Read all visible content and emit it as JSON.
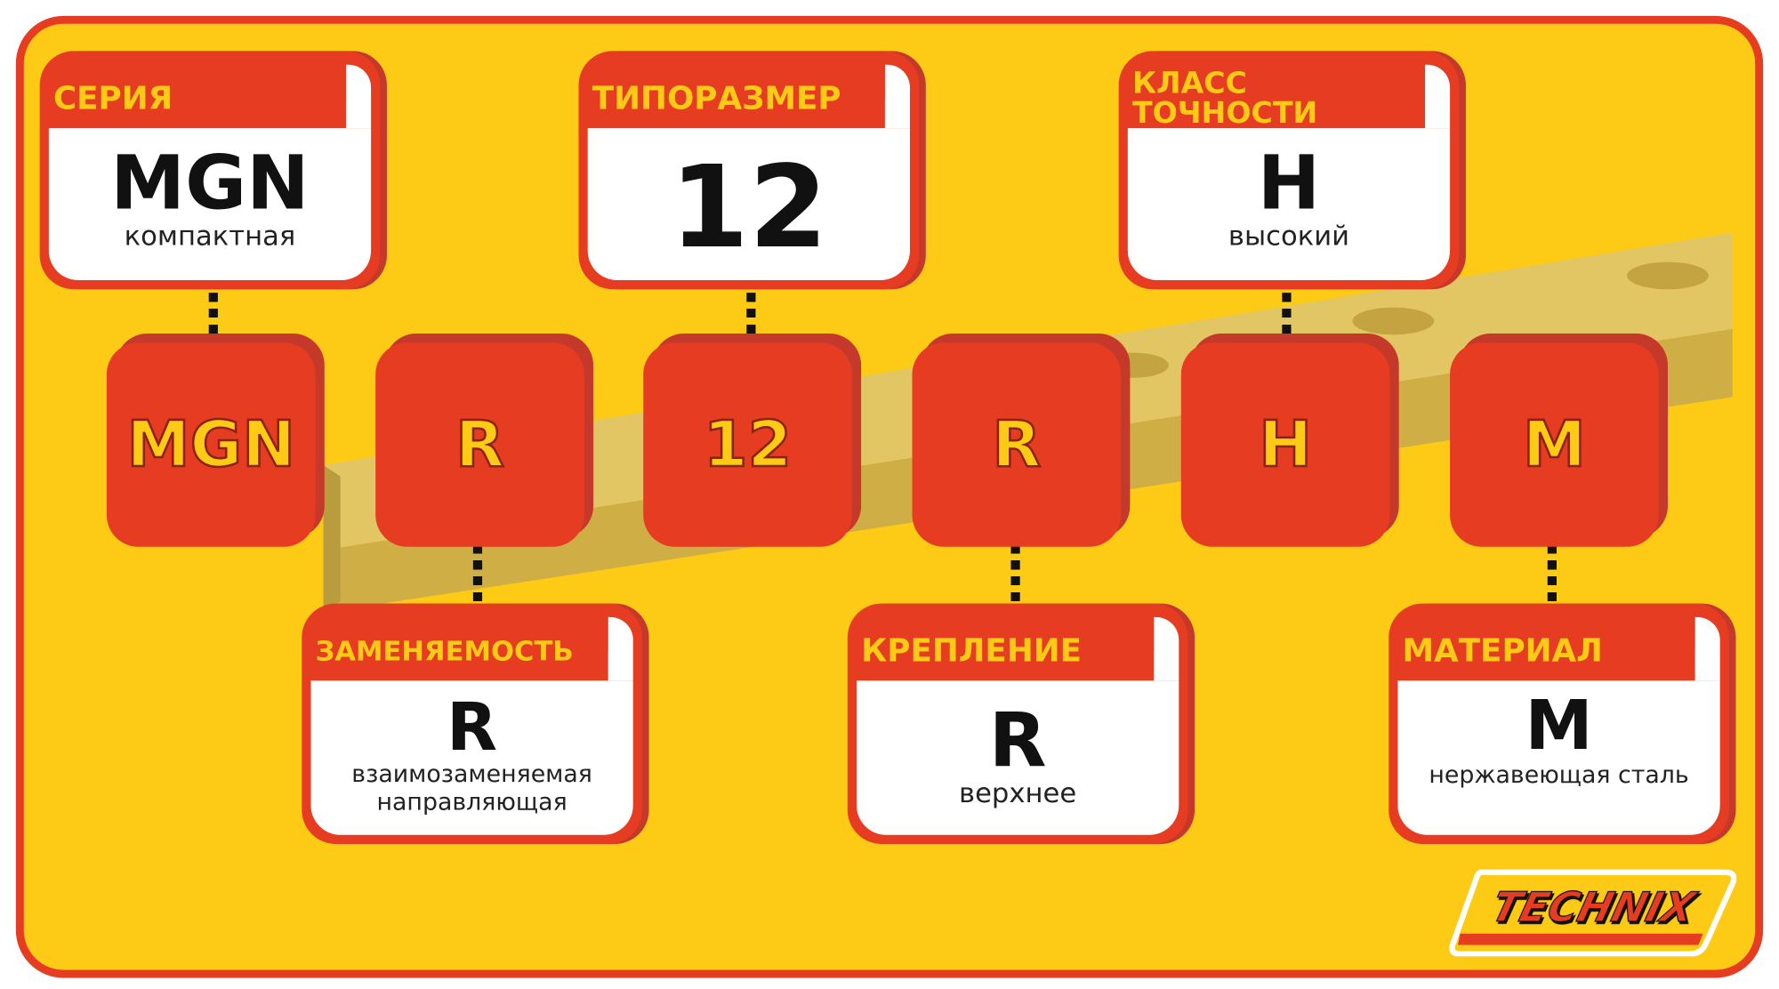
{
  "code": [
    {
      "label": "MGN",
      "title": "СЕРИЯ",
      "value": "MGN",
      "desc": "компактная"
    },
    {
      "label": "R",
      "title": "ЗАМЕНЯЕМОСТЬ",
      "value": "R",
      "desc": "взаимозаменяемая направляющая"
    },
    {
      "label": "12",
      "title": "ТИПОРАЗМЕР",
      "value": "12",
      "desc": ""
    },
    {
      "label": "R",
      "title": "КРЕПЛЕНИЕ",
      "value": "R",
      "desc": "верхнее"
    },
    {
      "label": "H",
      "title": "КЛАСС ТОЧНОСТИ",
      "value": "H",
      "desc": "высокий"
    },
    {
      "label": "M",
      "title": "МАТЕРИАЛ",
      "value": "M",
      "desc": "нержавеющая сталь"
    }
  ],
  "brand": {
    "name": "TECHNIX"
  },
  "colors": {
    "background": "#FDCB15",
    "accent": "#E63C22",
    "rail": "#D9B84A"
  }
}
